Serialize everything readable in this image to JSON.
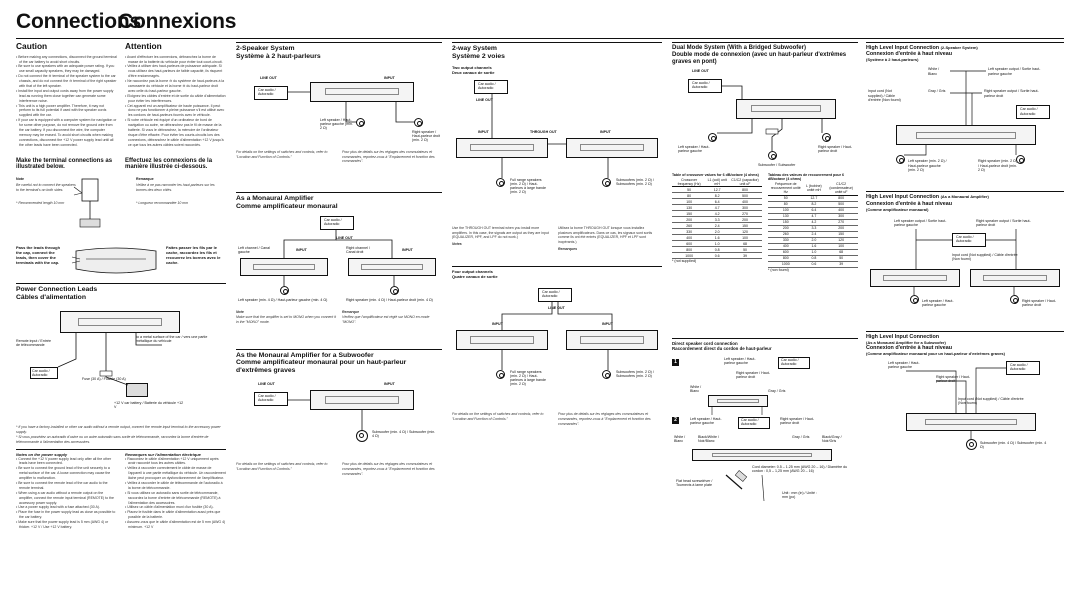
{
  "title_en": "Connections",
  "title_fr": "Connexions",
  "caution": {
    "en_heading": "Caution",
    "fr_heading": "Attention",
    "en_items": [
      "Before making any connections, disconnect the ground terminal of the car battery to avoid short circuits.",
      "Be sure to use speakers with an adequate power rating. If you use small capacity speakers, they may be damaged.",
      "Do not connect the ⊖ terminal of the speaker system to the car chassis, and do not connect the ⊖ terminal of the right speaker with that of the left speaker.",
      "Install the input and output cords away from the power supply lead as running them close together can generate some interference noise.",
      "This unit is a high power amplifier. Therefore, it may not perform to its full potential if used with the speaker cords supplied with the car.",
      "If your car is equipped with a computer system for navigation or for some other purpose, do not remove the ground wire from the car battery. If you disconnect the wire, the computer memory may be erased. To avoid short circuits when making connections, disconnect the +12 V power supply lead until all the other leads have been connected."
    ],
    "fr_items": [
      "Avant d'effectuer les connexions, débranchez la borne de masse de la batterie du véhicule pour éviter tout court-circuit.",
      "Veillez à utiliser des haut-parleurs de puissance adéquate. Si vous utilisez des haut-parleurs de faible capacité, ils risquent d'être endommagés.",
      "Ne raccordez pas la borne ⊖ du système de haut-parleurs à la carrosserie du véhicule et la borne ⊖ du haut-parleur droit avec celle du haut-parleur gauche.",
      "Eloignez les câbles d'entrée et de sortie du câble d'alimentation pour éviter les interférences.",
      "Cet appareil est un amplificateur de haute puissance. Il peut donc ne pas fonctionner à pleine puissance s'il est utilisé avec les cordons de haut-parleurs fournis avec le véhicule.",
      "Si votre véhicule est équipé d'un ordinateur de bord de navigation ou autre, ne débranchez pas le fil de masse de la batterie. Si vous le débranchez, la mémoire de l'ordinateur risque d'être effacée. Pour éviter les courts-circuits lors des connexions, débranchez le câble d'alimentation +12 V jusqu'à ce que tous les autres câbles soient raccordés."
    ]
  },
  "make_terminal": {
    "en": "Make the terminal connections as illustrated below.",
    "fr": "Effectuez les connexions de la manière illustrée ci-dessous.",
    "note_en": "Note",
    "note_fr": "Remarque",
    "note_text_en": "Be careful not to connect the speakers to the terminal's on both sides.",
    "note_text_fr": "Veillez à ne pas raccorder les haut-parleurs sur les bornes des deux côtés.",
    "wire_en": "* Recommended length 10 mm",
    "wire_fr": "* Longueur recommandée 10 mm",
    "pass_en": "Pass the leads through the cap, connect the leads, then cover the terminals with the cap.",
    "pass_fr": "Faites passer les fils par le cache, raccordez les fils et recouvrez les bornes avec le cache."
  },
  "power": {
    "heading_en": "Power Connection Leads",
    "heading_fr": "Câbles d'alimentation",
    "remote_lbl": "Remote input / Entrée de télécommande",
    "car_audio": "Car audio / Autoradio",
    "fuse1": "Fuse (30 A) / Fusible (30 A)",
    "battery": "+12 V car battery / Batterie du véhicule +12 V",
    "metal_lbl": "to a metal surface of the car / vers une partie métallique du véhicule",
    "footnote1": "* If you have a factory-installed or other car audio without a remote output, connect the remote input terminal to the accessory power supply.",
    "footnote2": "* Si vous possédez un autoradio d'usine ou un autre autoradio sans sortie de télécommande, raccordez la borne d'entrée de télécommande à l'alimentation des accessoires."
  },
  "notes_power": {
    "en_head": "Notes on the power supply",
    "fr_head": "Remarques sur l'alimentation électrique",
    "en_items": [
      "Connect the +12 V power supply lead only after all the other leads have been connected.",
      "Be sure to connect the ground lead of the unit securely to a metal surface of the car. A loose connection may cause the amplifier to malfunction.",
      "Be sure to connect the remote lead of the car audio to the remote terminal.",
      "When using a car audio without a remote output on the amplifier, connect the remote input terminal (REMOTE) to the accessory power supply.",
      "Use a power supply lead with a fuse attached (30 A).",
      "Place the fuse in the power supply lead as close as possible to the car battery.",
      "Make sure that the power supply lead is 5 mm (AWG 4) or thicker. +12 V / Use +12 V battery."
    ],
    "fr_items": [
      "Raccordez le câble d'alimentation +12 V uniquement après avoir raccordé tous les autres câbles.",
      "Veillez à raccorder correctement le câble de masse de l'appareil à une partie métallique du véhicule. Un raccordement lâche peut provoquer un dysfonctionnement de l'amplificateur.",
      "Veillez à raccorder le câble de télécommande de l'autoradio à la borne de télécommande.",
      "Si vous utilisez un autoradio sans sortie de télécommande, raccordez la borne d'entrée de télécommande (REMOTE) à l'alimentation des accessoires.",
      "Utilisez un câble d'alimentation muni d'un fusible (30 A).",
      "Placez le fusible dans le câble d'alimentation aussi près que possible de la batterie.",
      "Assurez-vous que le câble d'alimentation est de 5 mm (AWG 4) minimum. +12 V"
    ]
  },
  "two_speaker": {
    "heading_en": "2-Speaker System",
    "heading_fr": "Système à 2 haut-parleurs",
    "line_out": "LINE OUT",
    "input": "INPUT",
    "car_audio": "Car audio / Autoradio",
    "left": "Left speaker / Haut-parleur gauche (min. 2 Ω)",
    "right": "Right speaker / Haut-parleur droit (min. 2 Ω)",
    "caption_en": "For details on the settings of switches and controls, refer to \"Location and Function of Controls.\"",
    "caption_fr": "Pour plus de détails sur les réglages des commutateurs et commandes, reportez-vous à \"Emplacement et fonction des commandes\"."
  },
  "mono": {
    "heading_en": "As a Monaural Amplifier",
    "heading_fr": "Comme amplificateur monaural",
    "left_ch": "Left channel / Canal gauche",
    "right_ch": "Right channel / Canal droit",
    "line_out": "LINE OUT",
    "input": "INPUT",
    "car_audio": "Car audio / Autoradio",
    "left_spk": "Left speaker (min. 4 Ω) / Haut-parleur gauche (min. 4 Ω)",
    "right_spk": "Right speaker (min. 4 Ω) / Haut-parleur droit (min. 4 Ω)",
    "note_en": "Note",
    "note_en_text": "Make sure that the amplifier is set to MONO when you connect it in the \"MONO\" mode.",
    "note_fr": "Remarque",
    "note_fr_text": "Vérifiez que l'amplificateur est réglé sur MONO en mode \"MONO\"."
  },
  "mono_sub": {
    "heading_en": "As the Monaural Amplifier for a Subwoofer",
    "heading_fr": "Comme amplificateur monaural pour un haut-parleur d'extrêmes graves",
    "line_out": "LINE OUT",
    "input": "INPUT",
    "car_audio": "Car audio / Autoradio",
    "sub": "Subwoofer (min. 4 Ω) / Subwoofer (min. 4 Ω)",
    "caption_en": "For details on the settings of switches and controls, refer to \"Location and Function of Controls.\"",
    "caption_fr": "Pour plus de détails sur les réglages des commutateurs et commandes, reportez-vous à \"Emplacement et fonction des commandes\"."
  },
  "two_way": {
    "heading_en": "2-way System",
    "heading_fr": "Système 2 voies",
    "sub_en": "Two output channels",
    "sub_fr": "Deux canaux de sortie",
    "line_out": "LINE OUT",
    "input": "INPUT",
    "through_out": "THROUGH OUT",
    "car_audio": "Car audio / Autoradio",
    "full_range": "Full range speakers (min. 2 Ω) / Haut-parleurs à large bande (min. 2 Ω)",
    "subwoofers": "Subwoofers (min. 2 Ω) / Subwoofers (min. 2 Ω)",
    "text_en": "Use the THROUGH OUT terminal when you install more amplifiers. In this case, the signals are output as they are input (EQUALIZER, HPF, and LPF do not work.)",
    "text_fr": "Utilisez la borne THROUGH OUT lorsque vous installez plusieurs amplificateurs. Dans ce cas, les signaux sont sortis comme ils ont été entrés (EQUALIZER, HPF et LPF sont inopérants.)",
    "notes_en": "Notes",
    "notes_fr": "Remarques"
  },
  "four_out": {
    "sub_en": "Four output channels",
    "sub_fr": "Quatre canaux de sortie",
    "line_out": "LINE OUT",
    "input": "INPUT",
    "car_audio": "Car audio / Autoradio",
    "full_range": "Full range speakers (min. 2 Ω) / Haut-parleurs à large bande (min. 2 Ω)",
    "subwoofers": "Subwoofers (min. 2 Ω) / Subwoofers (min. 2 Ω)",
    "caption_en": "For details on the settings of switches and controls, refer to \"Location and Function of Controls.\"",
    "caption_fr": "Pour plus de détails sur les réglages des commutateurs et commandes, reportez-vous à \"Emplacement et fonction des commandes\"."
  },
  "dual_mode": {
    "heading_en": "Dual Mode System (With a Bridged Subwoofer)",
    "heading_fr": "Double mode de connexion (avec un haut-parleur d'extrêmes graves en pont)",
    "line_out": "LINE OUT",
    "car_audio": "Car audio / Autoradio",
    "left": "Left speaker / Haut-parleur gauche",
    "right": "Right speaker / Haut-parleur droit",
    "sub": "Subwoofer / Subwoofer",
    "table_en": "Table of crossover values for 6 dB/octave (4 ohms)",
    "table_fr": "Tableau des valeurs de recouvrement pour 6 dB/octave (4 ohms)",
    "cols_en": [
      "Crossover frequency (Hz)",
      "L1 (coil) unit mH",
      "C1/C2 (capacitor) unit uF"
    ],
    "cols_fr": [
      "Fréquence de recouvrement unité Hz",
      "L (bobine) unité mH",
      "C1/C2 (condensateur) unité uF"
    ],
    "rows": [
      [
        "50",
        "12.7",
        "800"
      ],
      [
        "80",
        "8.2",
        "500"
      ],
      [
        "100",
        "6.4",
        "400"
      ],
      [
        "130",
        "4.7",
        "300"
      ],
      [
        "150",
        "4.2",
        "270"
      ],
      [
        "200",
        "3.3",
        "200"
      ],
      [
        "260",
        "2.4",
        "150"
      ],
      [
        "330",
        "2.0",
        "120"
      ],
      [
        "400",
        "1.6",
        "100"
      ],
      [
        "600",
        "1.0",
        "68"
      ],
      [
        "800",
        "0.8",
        "50"
      ],
      [
        "1000",
        "0.6",
        "39"
      ]
    ],
    "unit_en": "* (not supplied)",
    "unit_fr": "* (non fourni)"
  },
  "high_level_2": {
    "heading_en": "High Level Input Connection",
    "paren_en": "(2-Speaker System)",
    "heading_fr": "Connexion d'entrée à haut niveau",
    "paren_fr": "(Système à 2 haut-parleurs)",
    "white": "White / Blanc",
    "left_out": "Left speaker output / Sortie haut-parleur gauche",
    "input_cord": "Input cord (Not supplied) / Câble d'entrée (Non fourni)",
    "gray": "Gray / Gris",
    "right_out": "Right speaker output / Sortie haut-parleur droit",
    "car_audio": "Car audio / Autoradio",
    "left_spk": "Left speaker (min. 2 Ω) / Haut-parleur gauche (min. 2 Ω)",
    "right_spk": "Right speaker (min. 2 Ω) / Haut-parleur droit (min. 2 Ω)"
  },
  "high_level_mono": {
    "heading_en": "High Level Input Connection",
    "paren_en": "(As a Monaural Amplifier)",
    "heading_fr": "Connexion d'entrée à haut niveau",
    "paren_fr": "(Comme amplificateur monaural)",
    "left_out": "Left speaker output / Sortie haut-parleur gauche",
    "right_out": "Right speaker output / Sortie haut-parleur droit",
    "car_audio": "Car audio / Autoradio",
    "input_cord": "Input cord (Not supplied) / Câble d'entrée (Non fourni)",
    "left_spk": "Left speaker / Haut-parleur gauche",
    "right_spk": "Right speaker / Haut-parleur droit"
  },
  "high_level_sub": {
    "heading_en": "High Level Input Connection",
    "paren_en": "(As a Monaural Amplifier for a Subwoofer)",
    "heading_fr": "Connexion d'entrée à haut niveau",
    "paren_fr": "(Comme amplificateur monaural pour un haut-parleur d'extrêmes graves)",
    "left_spk": "Left speaker / Haut-parleur gauche",
    "right_spk": "Right speaker / Haut-parleur droit",
    "car_audio": "Car audio / Autoradio",
    "input_cord": "Input cord (Not supplied) / Câble d'entrée (Non fourni)",
    "sub": "Subwoofer (min. 4 Ω) / Subwoofer (min. 4 Ω)"
  },
  "direct_speaker": {
    "heading_en": "Direct speaker cord connection",
    "heading_fr": "Raccordement direct du cordon de haut-parleur",
    "left_spk": "Left speaker / Haut-parleur gauche",
    "right_spk": "Right speaker / Haut-parleur droit",
    "car_audio": "Car audio / Autoradio",
    "white": "White / Blanc",
    "gray": "Gray / Gris",
    "bw_en": "Black/White / Noir/Blanc",
    "bg_en": "Black/Gray / Noir/Gris",
    "cord_dia": "Cord diameter: 0.5 – 1.25 mm (AWG 20 – 16) / Diamètre du cordon : 0,5 – 1,25 mm (AWG 20 – 16)",
    "flat": "Flat head screwdriver / Tournevis à lame plate",
    "unit": "Unit : mm (in) / Unité : mm (po)"
  }
}
